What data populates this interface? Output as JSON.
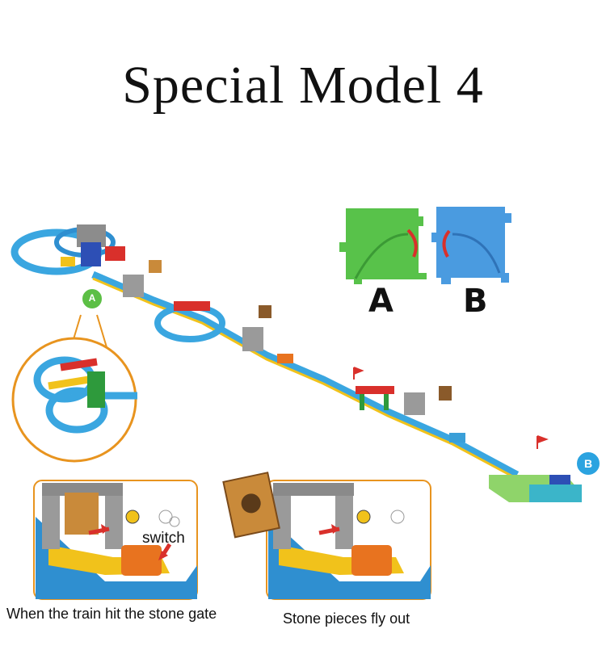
{
  "title": "Special Model 4",
  "pieces": {
    "a_label": "A",
    "b_label": "B"
  },
  "markers": {
    "start": "A",
    "end": "B"
  },
  "inset_left": {
    "callout": "switch",
    "caption": "When the train hit the stone gate"
  },
  "inset_right": {
    "caption": "Stone pieces fly out"
  },
  "colors": {
    "track_blue": "#3aa6e0",
    "piece_green": "#58c24a",
    "piece_blue": "#4a9be0",
    "frame_orange": "#e8941f",
    "badge_green": "#5cbf45",
    "badge_blue": "#2ba3e0"
  }
}
